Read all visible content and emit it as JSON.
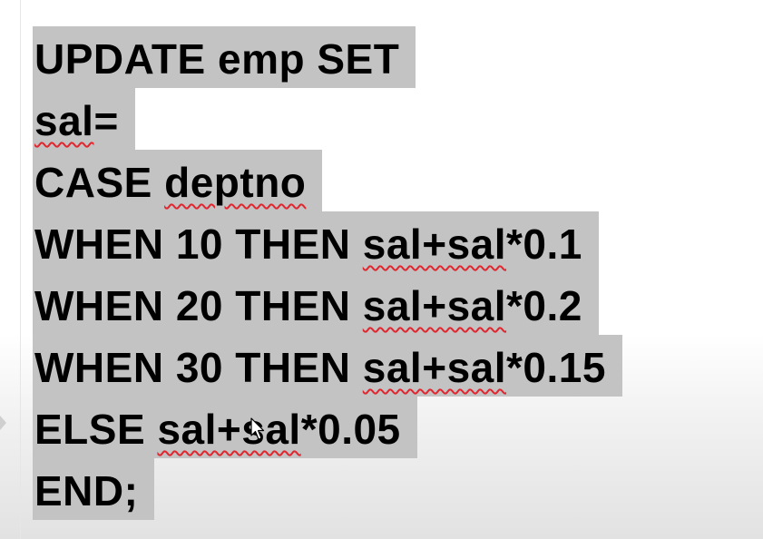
{
  "code": {
    "lines": [
      {
        "parts": [
          "UPDATE emp SET",
          ""
        ]
      },
      {
        "parts": [
          "sal",
          "="
        ]
      },
      {
        "parts": [
          "CASE ",
          "deptno"
        ]
      },
      {
        "parts": [
          "WHEN 10 THEN ",
          "sal+sal",
          "*0.1"
        ]
      },
      {
        "parts": [
          "WHEN 20 THEN ",
          "sal+sal",
          "*0.2"
        ]
      },
      {
        "parts": [
          "WHEN 30 THEN ",
          "sal+sal",
          "*0.15"
        ]
      },
      {
        "parts": [
          "ELSE ",
          "sal+sal",
          "*0.05"
        ]
      },
      {
        "parts": [
          "END;"
        ]
      }
    ]
  },
  "colors": {
    "selection_highlight": "#c3c3c3",
    "spellcheck_squiggle": "#e0262f",
    "text": "#000000"
  },
  "icons": {
    "cursor": "mouse-pointer-icon"
  }
}
